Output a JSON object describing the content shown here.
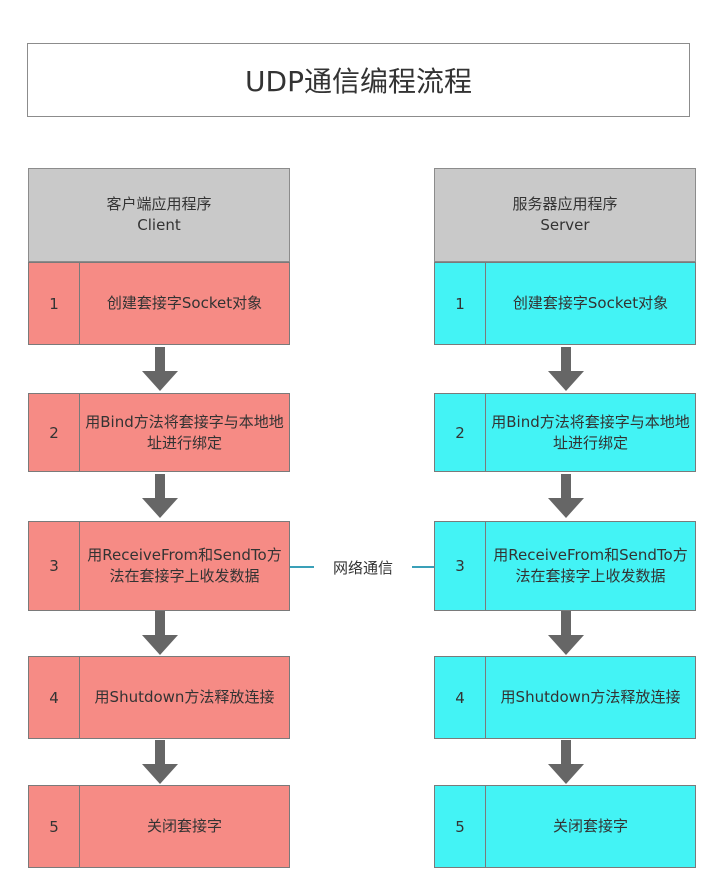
{
  "title": "UDP通信编程流程",
  "client": {
    "header_line1": "客户端应用程序",
    "header_line2": "Client",
    "steps": [
      {
        "num": "1",
        "text": "创建套接字Socket对象"
      },
      {
        "num": "2",
        "text": "用Bind方法将套接字与本地地址进行绑定"
      },
      {
        "num": "3",
        "text": "用ReceiveFrom和SendTo方法在套接字上收发数据"
      },
      {
        "num": "4",
        "text": "用Shutdown方法释放连接"
      },
      {
        "num": "5",
        "text": "关闭套接字"
      }
    ]
  },
  "server": {
    "header_line1": "服务器应用程序",
    "header_line2": "Server",
    "steps": [
      {
        "num": "1",
        "text": "创建套接字Socket对象"
      },
      {
        "num": "2",
        "text": "用Bind方法将套接字与本地地址进行绑定"
      },
      {
        "num": "3",
        "text": "用ReceiveFrom和SendTo方法在套接字上收发数据"
      },
      {
        "num": "4",
        "text": "用Shutdown方法释放连接"
      },
      {
        "num": "5",
        "text": "关闭套接字"
      }
    ]
  },
  "connector_label": "网络通信",
  "colors": {
    "client_fill": "#f68b85",
    "server_fill": "#43f3f5",
    "header_fill": "#c9c9c9",
    "arrow": "#666666",
    "connector": "#3aa0b8"
  }
}
